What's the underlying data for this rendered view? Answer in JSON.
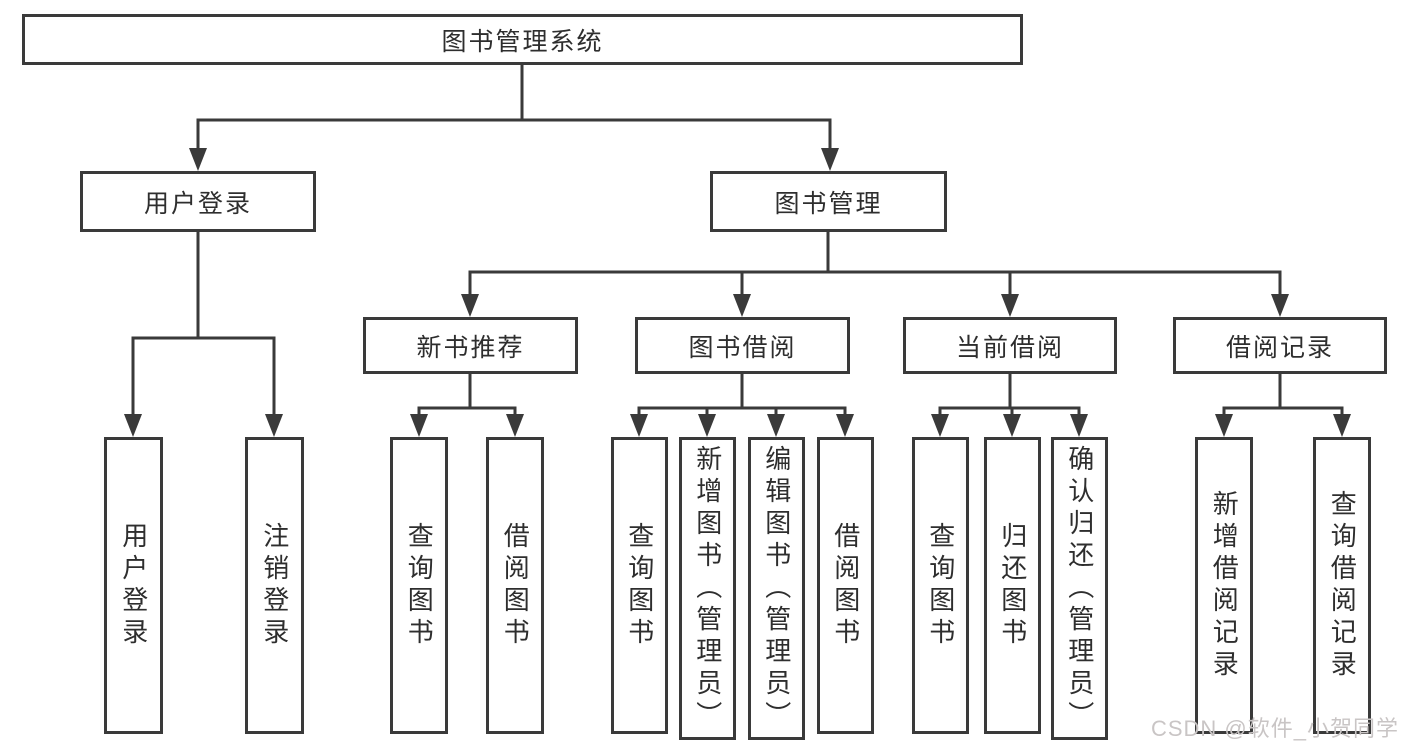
{
  "diagram": {
    "root": {
      "label": "图书管理系统"
    },
    "branches": [
      {
        "label": "用户登录",
        "children": [
          {
            "label": "用户登录"
          },
          {
            "label": "注销登录"
          }
        ]
      },
      {
        "label": "图书管理",
        "groups": [
          {
            "label": "新书推荐",
            "children": [
              {
                "label": "查询图书"
              },
              {
                "label": "借阅图书"
              }
            ]
          },
          {
            "label": "图书借阅",
            "children": [
              {
                "label": "查询图书"
              },
              {
                "label": "新增图书（管理员）"
              },
              {
                "label": "编辑图书（管理员）"
              },
              {
                "label": "借阅图书"
              }
            ]
          },
          {
            "label": "当前借阅",
            "children": [
              {
                "label": "查询图书"
              },
              {
                "label": "归还图书"
              },
              {
                "label": "确认归还（管理员）"
              }
            ]
          },
          {
            "label": "借阅记录",
            "children": [
              {
                "label": "新增借阅记录"
              },
              {
                "label": "查询借阅记录"
              }
            ]
          }
        ]
      }
    ]
  },
  "watermark": "CSDN @软件_小贺同学",
  "colors": {
    "line": "#3a3a3a",
    "text": "#2e2e2e",
    "watermark": "#c9c5c5",
    "background": "#ffffff"
  }
}
